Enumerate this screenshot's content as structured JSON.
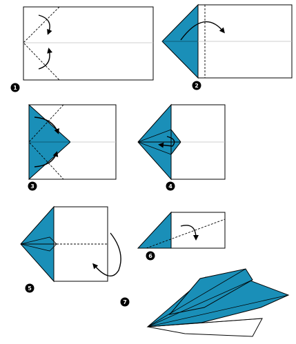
{
  "colors": {
    "paper": "#ffffff",
    "fold_blue": "#1a8fb8",
    "outline": "#000000",
    "crease": "#bfbfbf",
    "step_badge": "#000000"
  },
  "steps": [
    {
      "label": "1"
    },
    {
      "label": "2"
    },
    {
      "label": "3"
    },
    {
      "label": "4"
    },
    {
      "label": "5"
    },
    {
      "label": "6"
    },
    {
      "label": "7"
    }
  ]
}
